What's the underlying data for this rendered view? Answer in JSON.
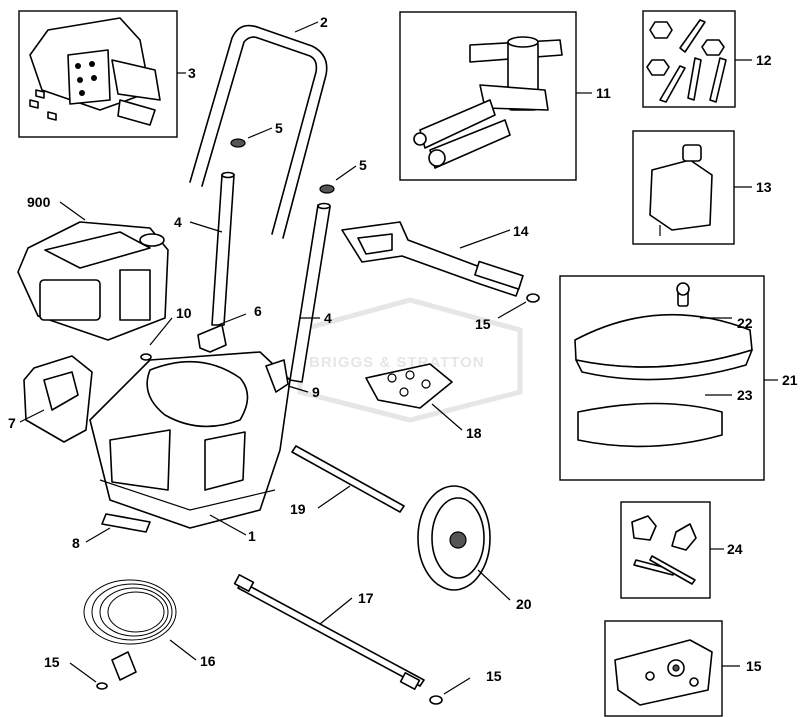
{
  "diagram": {
    "watermark": "BRIGGS & STRATTON",
    "callouts": {
      "c1": "1",
      "c2": "2",
      "c3": "3",
      "c4a": "4",
      "c4b": "4",
      "c5a": "5",
      "c5b": "5",
      "c6": "6",
      "c7": "7",
      "c8": "8",
      "c9": "9",
      "c10": "10",
      "c11": "11",
      "c12": "12",
      "c13": "13",
      "c14": "14",
      "c15a": "15",
      "c15b": "15",
      "c15c": "15",
      "c15d": "15",
      "c16": "16",
      "c17": "17",
      "c18": "18",
      "c19": "19",
      "c20": "20",
      "c21": "21",
      "c22": "22",
      "c23": "23",
      "c24": "24",
      "c900": "900"
    }
  }
}
